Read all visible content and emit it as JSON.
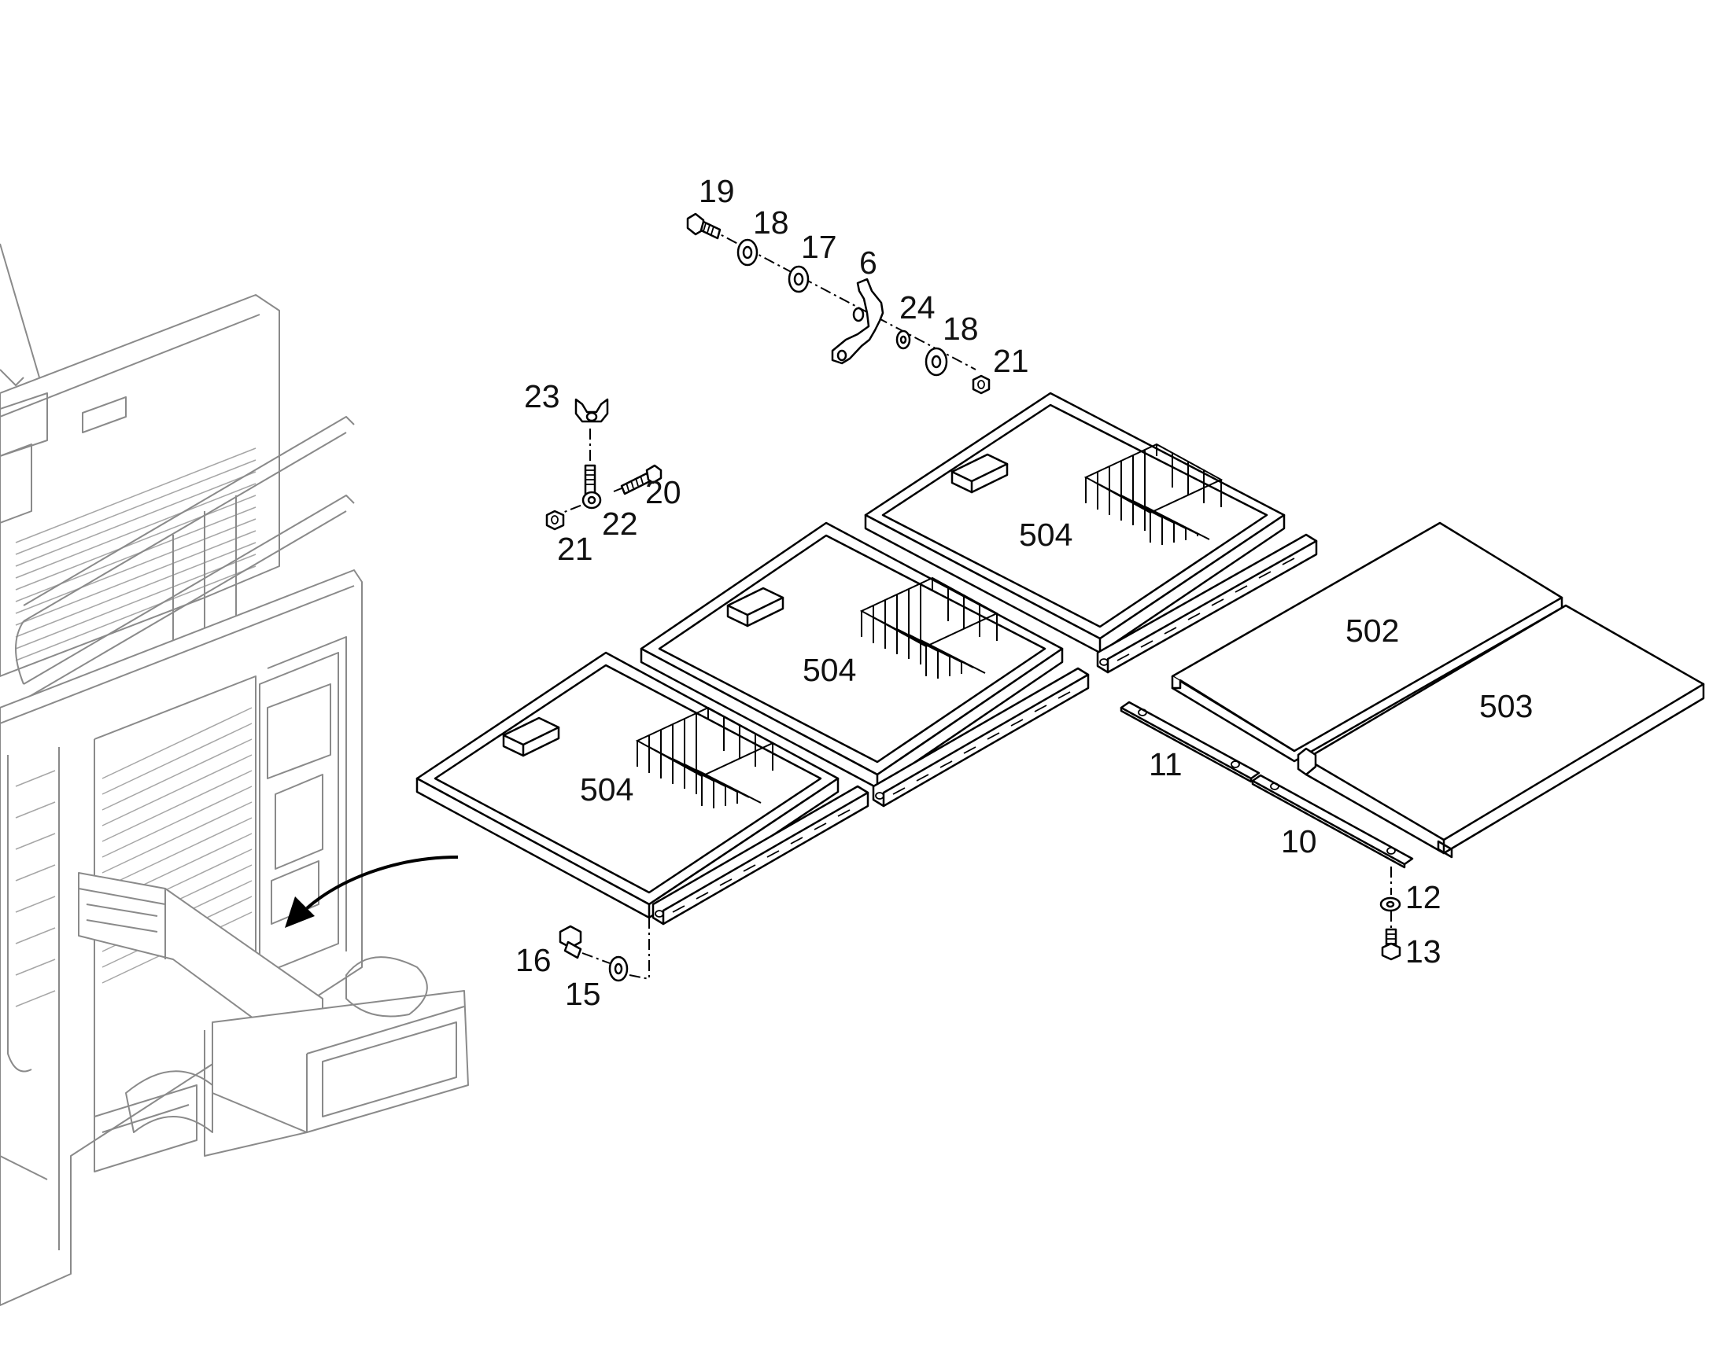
{
  "callouts": {
    "c19": "19",
    "c18a": "18",
    "c17": "17",
    "c6": "6",
    "c24": "24",
    "c18b": "18",
    "c21a": "21",
    "c23": "23",
    "c20": "20",
    "c22": "22",
    "c21b": "21",
    "c504a": "504",
    "c504b": "504",
    "c504c": "504",
    "c502": "502",
    "c503": "503",
    "c11": "11",
    "c10": "10",
    "c12": "12",
    "c13": "13",
    "c16": "16",
    "c15": "15"
  },
  "colors": {
    "line": "#000000",
    "context_machine": "#8a8a8a",
    "background": "#ffffff"
  }
}
